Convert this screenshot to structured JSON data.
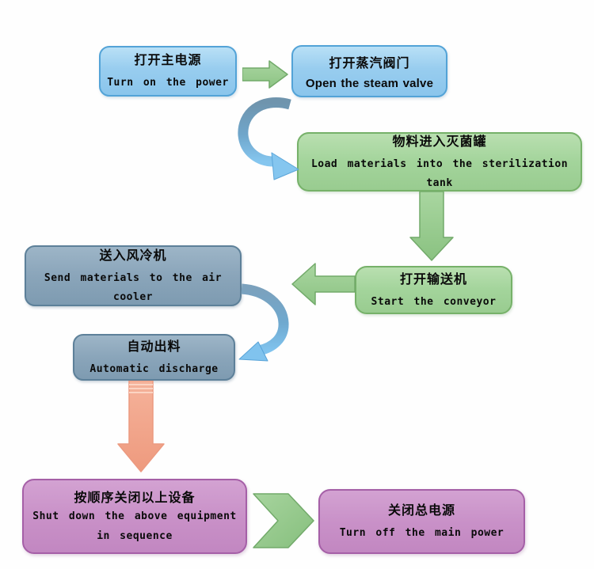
{
  "diagram": {
    "description": "Sterilization equipment operating procedure flowchart",
    "nodes": {
      "power_on": {
        "zh": "打开主电源",
        "en": "Turn on the power"
      },
      "steam_valve": {
        "zh": "打开蒸汽阀门",
        "en": "Open the steam valve"
      },
      "load_materials": {
        "zh": "物料进入灭菌罐",
        "en": "Load materials into the sterilization tank"
      },
      "conveyor": {
        "zh": "打开输送机",
        "en": "Start the conveyor"
      },
      "air_cooler": {
        "zh": "送入风冷机",
        "en": "Send materials to the air cooler"
      },
      "discharge": {
        "zh": "自动出料",
        "en": "Automatic discharge"
      },
      "shutdown": {
        "zh": "按顺序关闭以上设备",
        "en": "Shut down the above equipment in sequence"
      },
      "power_off": {
        "zh": "关闭总电源",
        "en": "Turn off the main power"
      }
    },
    "edges": [
      {
        "from": "power_on",
        "to": "steam_valve",
        "arrow": "green-block-right"
      },
      {
        "from": "steam_valve",
        "to": "load_materials",
        "arrow": "blue-curved-down"
      },
      {
        "from": "load_materials",
        "to": "conveyor",
        "arrow": "green-block-down"
      },
      {
        "from": "conveyor",
        "to": "air_cooler",
        "arrow": "green-block-left"
      },
      {
        "from": "air_cooler",
        "to": "discharge",
        "arrow": "blue-curved-down"
      },
      {
        "from": "discharge",
        "to": "shutdown",
        "arrow": "orange-block-down"
      },
      {
        "from": "shutdown",
        "to": "power_off",
        "arrow": "green-chevron-right"
      }
    ],
    "colors": {
      "node_blue_fill": "#98cdef",
      "node_blue_border": "#53a3d7",
      "node_green_fill": "#a3d49b",
      "node_green_border": "#76b169",
      "node_slate_fill": "#8aa5ba",
      "node_slate_border": "#5d8099",
      "node_pink_fill": "#c991c8",
      "node_pink_border": "#a55fa7",
      "arrow_green_fill": "#9ccd94",
      "arrow_green_border": "#72aa6a",
      "arrow_orange_fill": "#f2a78d",
      "arrow_orange_border": "#ec9a80",
      "arrow_blue_start": "#6f94ad",
      "arrow_blue_end": "#85c6ef"
    }
  }
}
